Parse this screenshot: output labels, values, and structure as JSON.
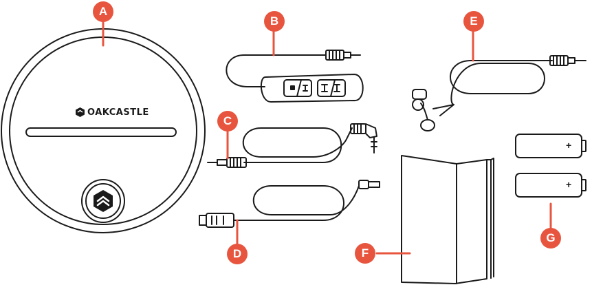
{
  "brand": {
    "name": "OAKCASTLE",
    "icon": "oakcastle-logo-icon"
  },
  "markers": {
    "a": "A",
    "b": "B",
    "c": "C",
    "d": "D",
    "e": "E",
    "f": "F",
    "g": "G"
  },
  "battery_polarity": "+",
  "colors": {
    "marker": "#e8553f",
    "line": "#1a1a1a",
    "background": "#ffffff"
  }
}
